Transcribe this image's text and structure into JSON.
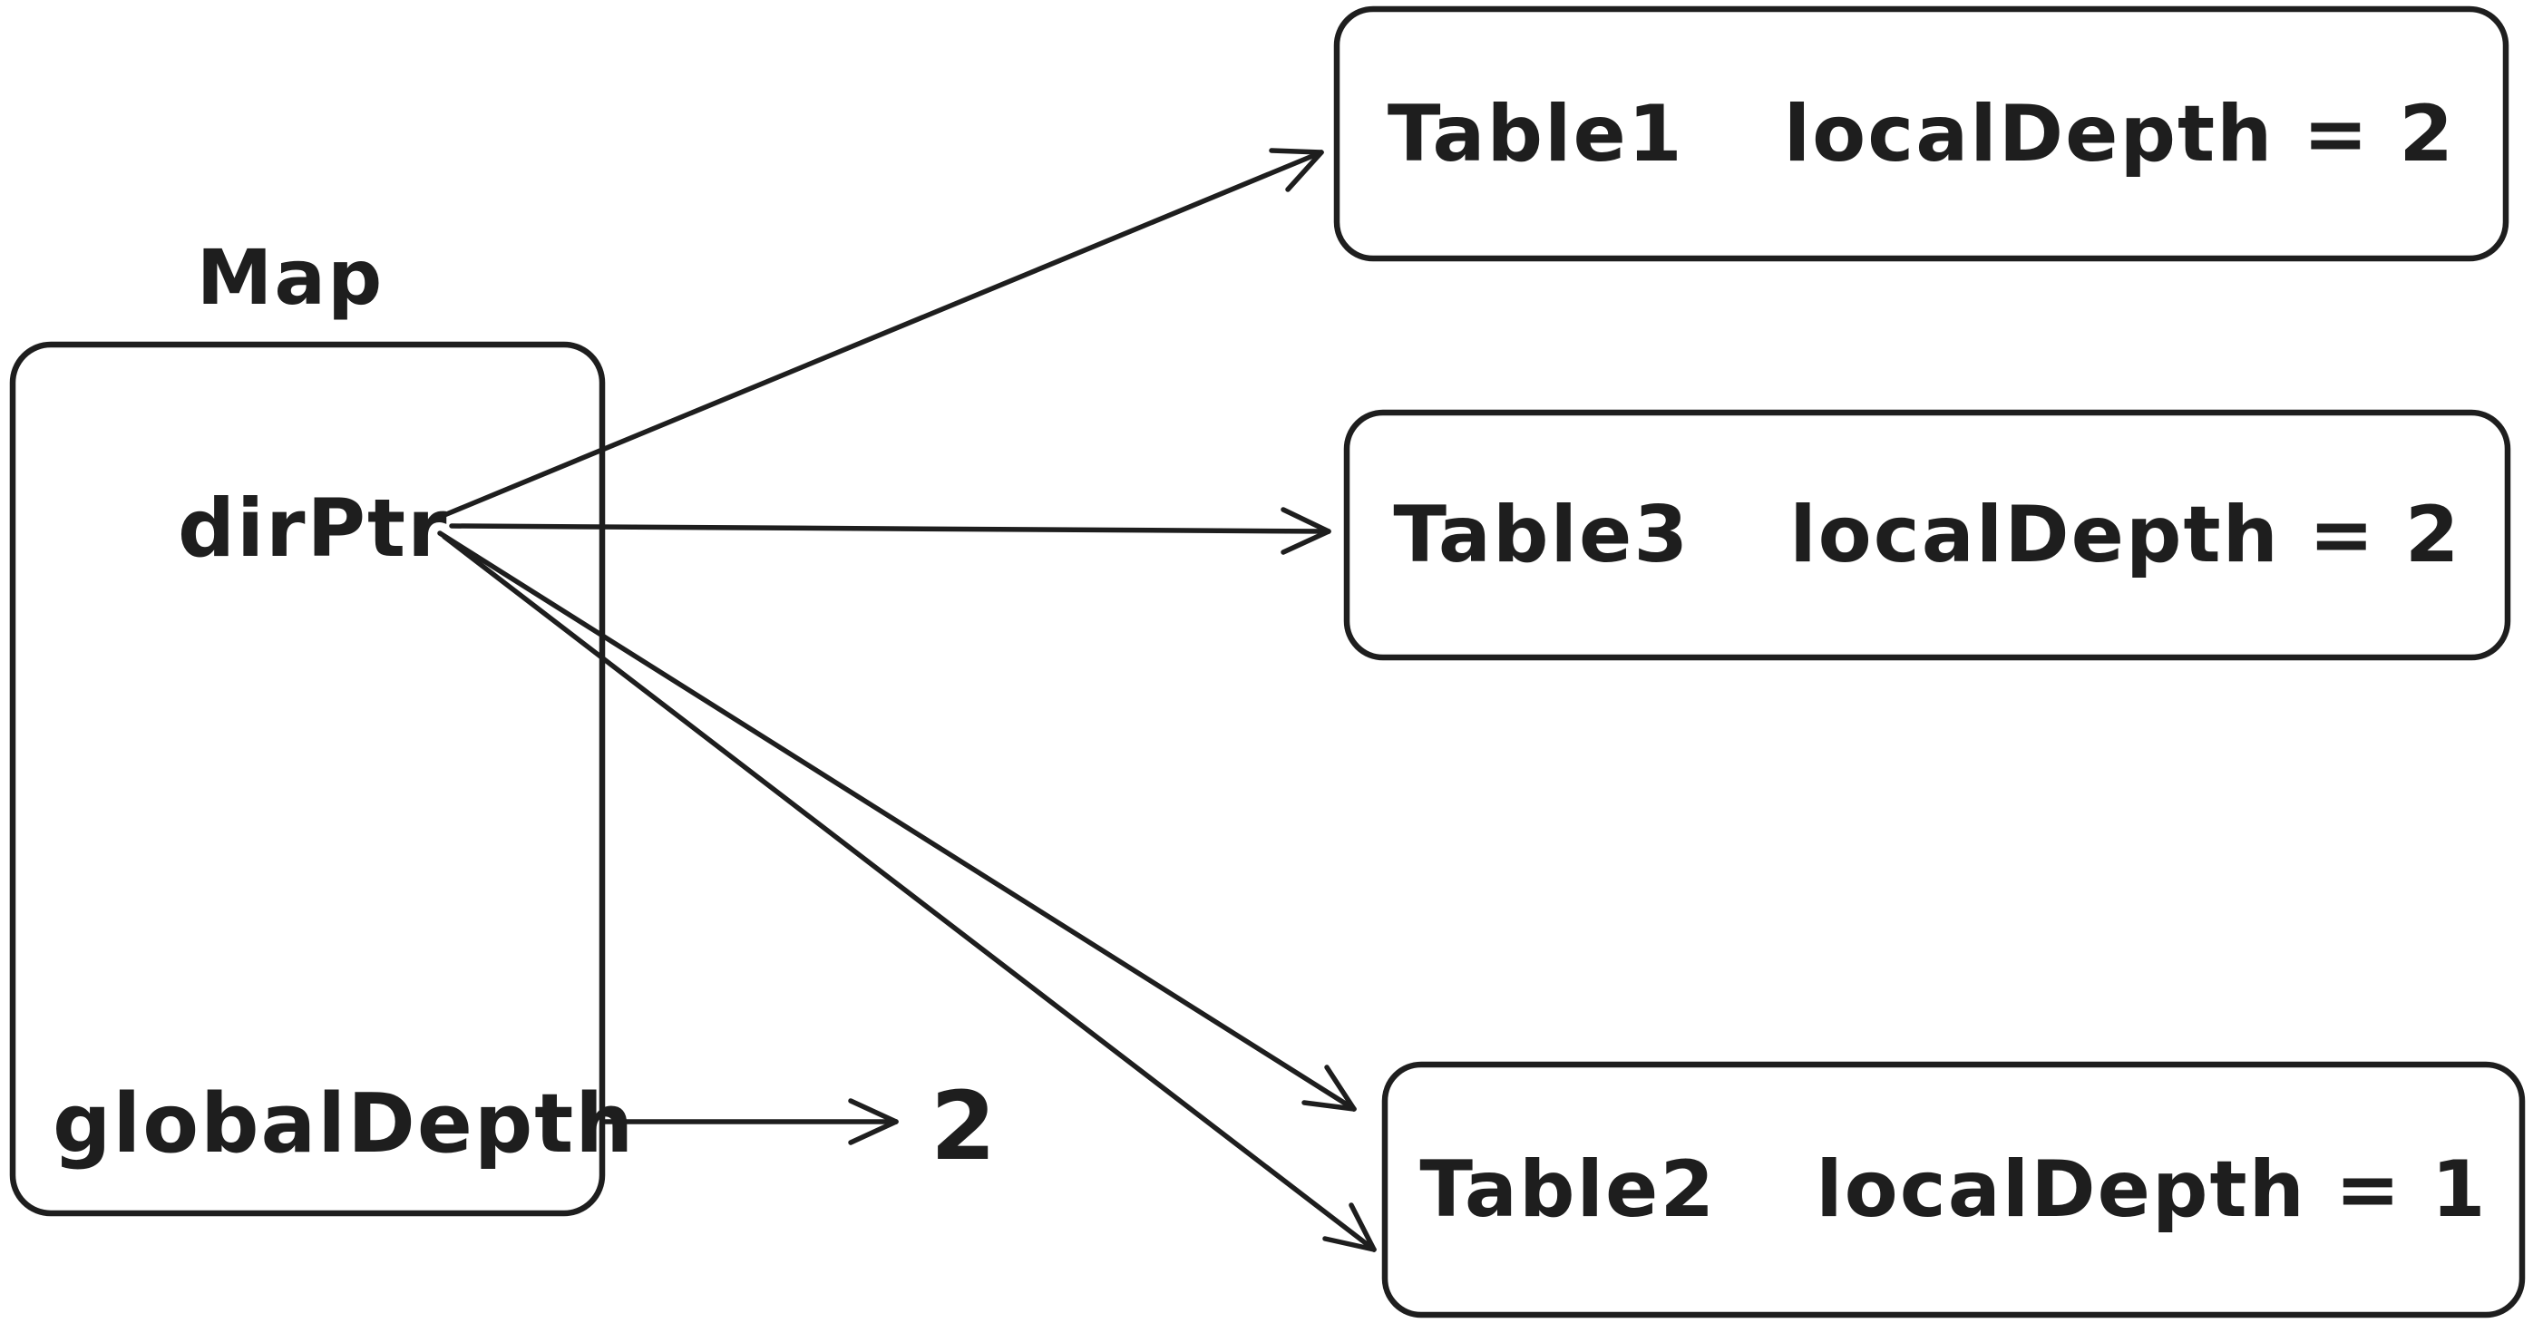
{
  "colors": {
    "stroke": "#1e1e1e",
    "background": "#ffffff"
  },
  "map": {
    "title": "Map",
    "fields": [
      {
        "label": "dirPtr"
      },
      {
        "label": "globalDepth",
        "value": "2"
      }
    ]
  },
  "tables": [
    {
      "name": "Table1",
      "attr": "localDepth = 2"
    },
    {
      "name": "Table3",
      "attr": "localDepth = 2"
    },
    {
      "name": "Table2",
      "attr": "localDepth = 1"
    }
  ],
  "arrows": [
    {
      "from": "dirPtr",
      "to": "Table1"
    },
    {
      "from": "dirPtr",
      "to": "Table3"
    },
    {
      "from": "dirPtr",
      "to": "Table2"
    },
    {
      "from": "dirPtr",
      "to": "Table2"
    },
    {
      "from": "globalDepth",
      "to": "2"
    }
  ]
}
